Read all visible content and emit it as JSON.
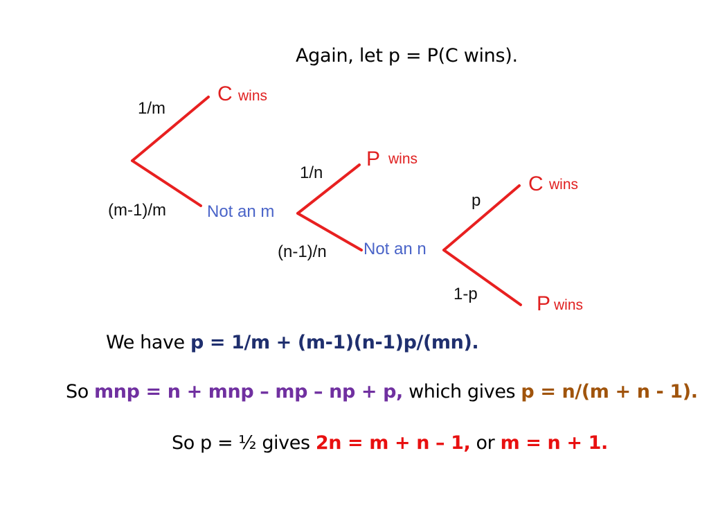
{
  "title": "Again, let p = P(C wins).",
  "tree": {
    "colors": {
      "branch": "#e82020",
      "node_blue": "#4a64c8",
      "node_red": "#e02020"
    },
    "level1": {
      "prob_top": "1/m",
      "prob_bottom": "(m-1)/m",
      "outcome_top_letter": "C",
      "outcome_top_word": "wins",
      "outcome_bottom": "Not an m"
    },
    "level2": {
      "prob_top": "1/n",
      "prob_bottom": "(n-1)/n",
      "outcome_top_letter": "P",
      "outcome_top_word": "wins",
      "outcome_bottom": "Not an n"
    },
    "level3": {
      "prob_top": "p",
      "prob_bottom": "1-p",
      "outcome_top_letter": "C",
      "outcome_top_word": "wins",
      "outcome_bottom_letter": "P",
      "outcome_bottom_word": "wins"
    }
  },
  "equations": {
    "line1": {
      "prefix": "We have ",
      "bold": "p = 1/m + (m-1)(n-1)p/(mn)."
    },
    "line2": {
      "prefix": "So ",
      "bold1": "mnp = n + mnp – mp – np + p,",
      "middle": " which gives ",
      "bold2": "p = n/(m + n - 1)."
    },
    "line3": {
      "prefix": "So p = ½ gives  ",
      "bold1": "2n = m + n – 1,",
      "middle": " or ",
      "bold2": "m = n + 1."
    }
  }
}
